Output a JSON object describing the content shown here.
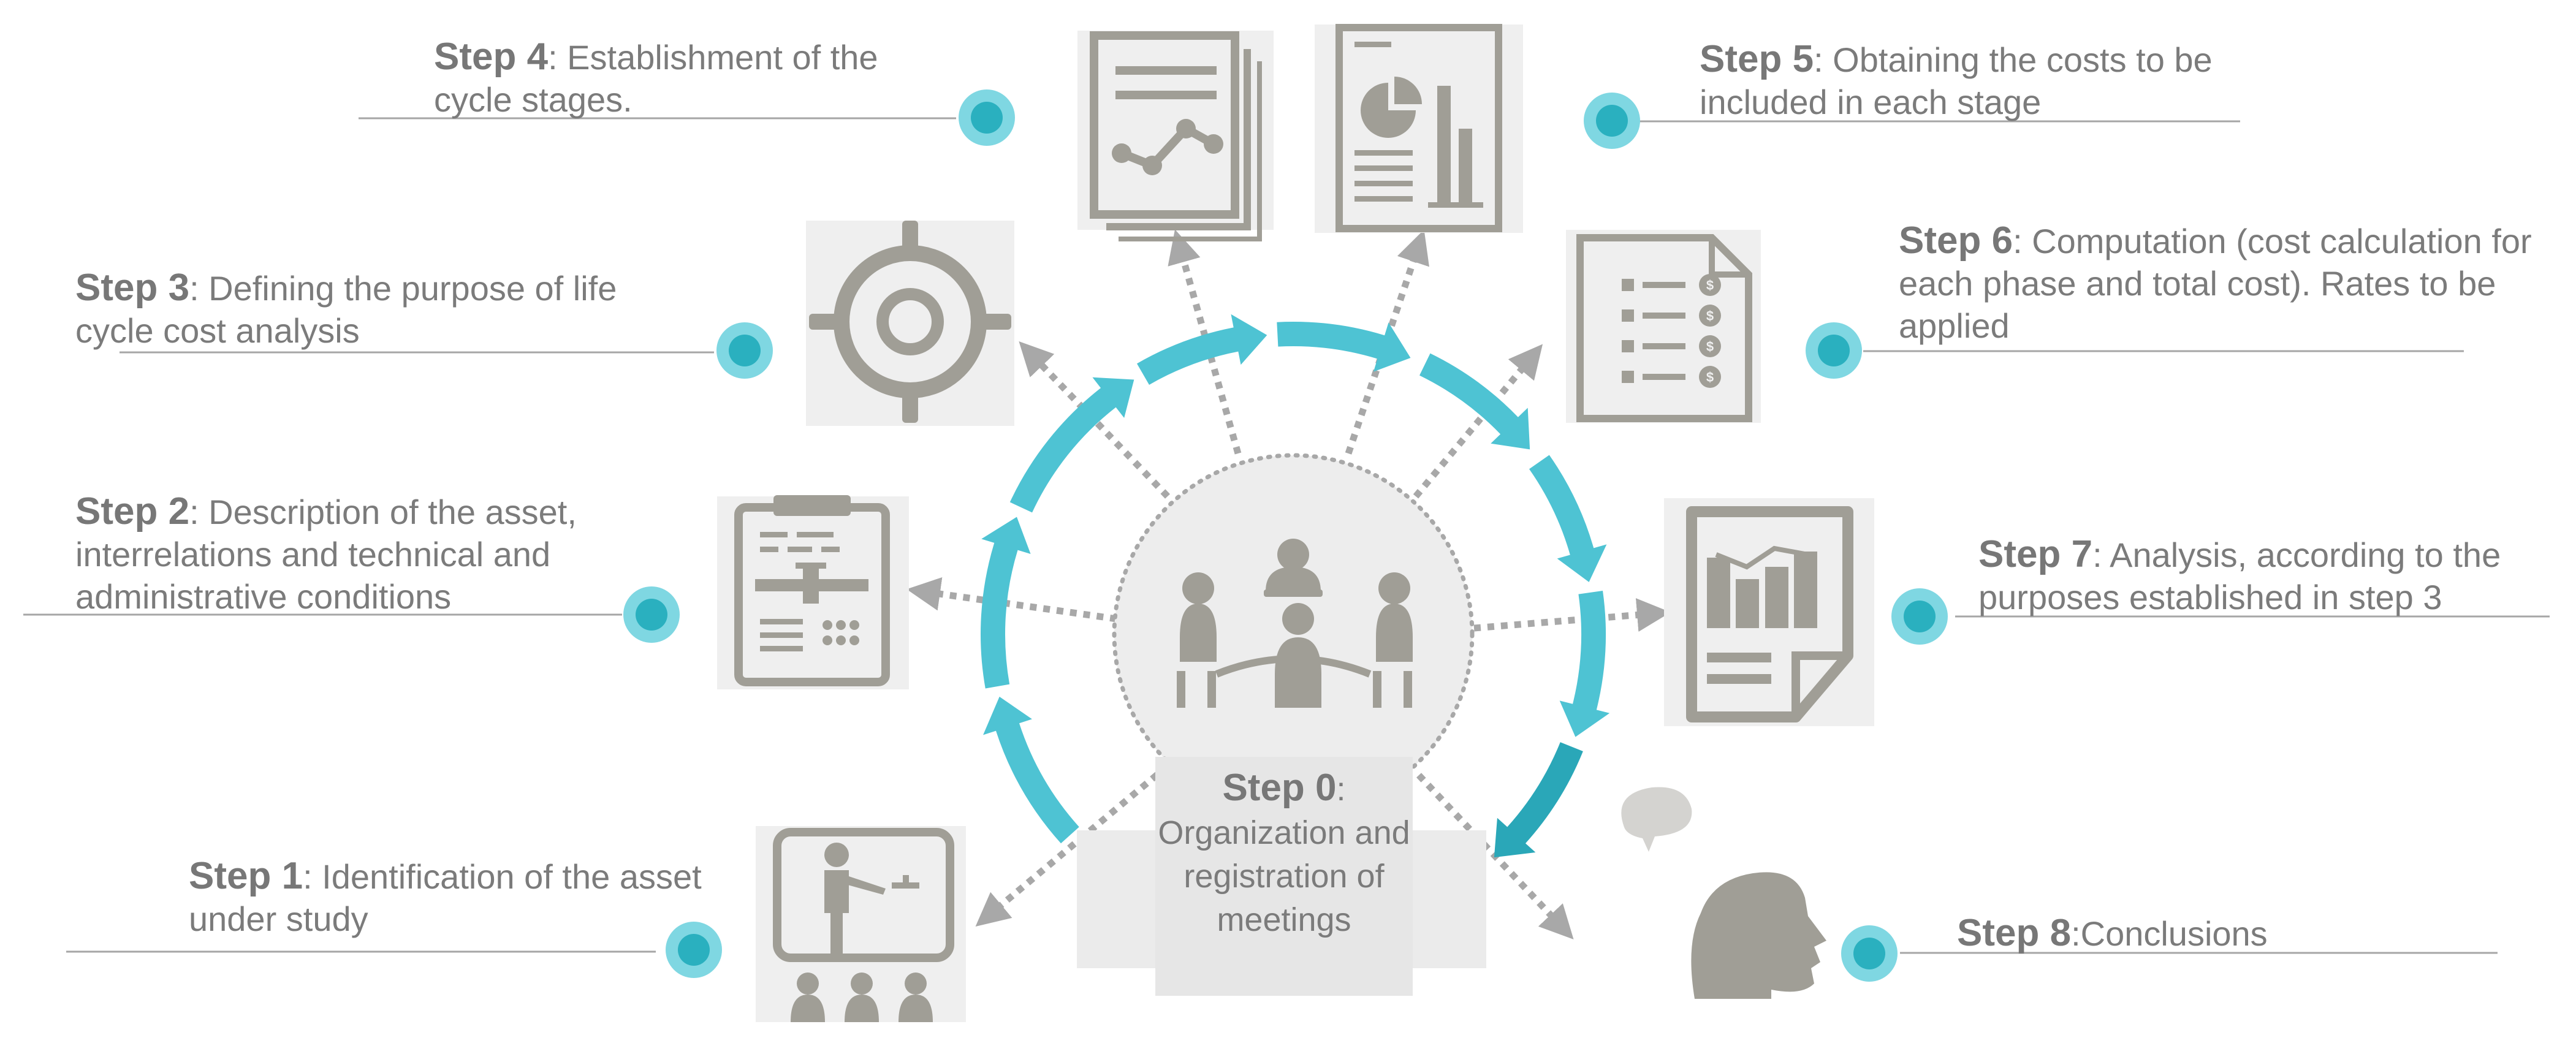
{
  "steps": [
    {
      "label": "Step 1",
      "text": ": Identification of the asset under study",
      "icon": "presentation-icon"
    },
    {
      "label": "Step 2",
      "text": ": Description of the asset, interrelations and technical  and administrative conditions",
      "icon": "clipboard-diagram-icon"
    },
    {
      "label": "Step 3",
      "text": ": Defining the purpose of life cycle cost analysis",
      "icon": "target-crosshair-icon"
    },
    {
      "label": "Step 4",
      "text": ": Establishment  of the cycle stages.",
      "icon": "line-chart-document-icon"
    },
    {
      "label": "Step 5",
      "text": ": Obtaining the costs to be included in each stage",
      "icon": "pie-bar-report-icon"
    },
    {
      "label": "Step 6",
      "text": ": Computation (cost calculation for each phase and total cost). Rates to be applied",
      "icon": "cost-checklist-icon"
    },
    {
      "label": "Step 7",
      "text": ": Analysis, according to the purposes established in step 3",
      "icon": "bar-chart-report-icon"
    },
    {
      "label": "Step 8",
      "text": ":Conclusions",
      "icon": "thinking-head-icon"
    }
  ],
  "center": {
    "label": "Step 0",
    "text": "Organization and registration of meetings",
    "icon": "meeting-table-icon"
  },
  "colors": {
    "arrow": "#4ec3d3",
    "arrow_dark": "#2aa7b8",
    "dot_outer": "#7fd7e2",
    "dot_inner": "#2ab0bf",
    "icon_bg": "#efefef",
    "icon": "#a09e96",
    "text": "#7b7b7b",
    "leader_line": "#a6a6a6",
    "connector": "#a8a8a8"
  }
}
